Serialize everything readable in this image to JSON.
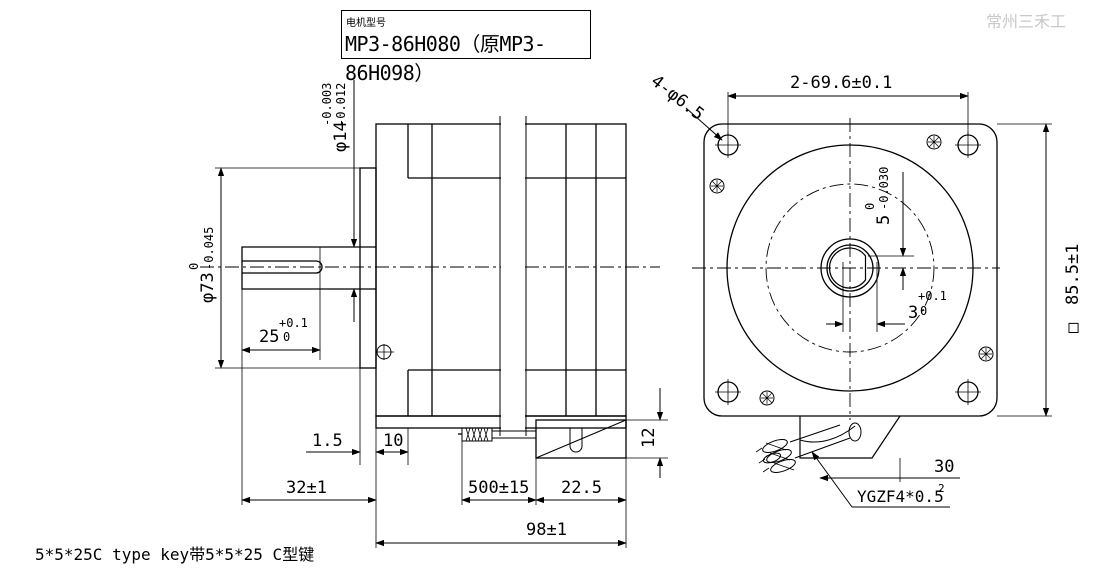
{
  "title_block": {
    "label": "电机型号",
    "model": "MP3-86H080（原MP3-86H098）"
  },
  "watermark": "常州三禾工",
  "footnote": "5*5*25C type key带5*5*25 C型键",
  "side_view": {
    "shaft_diameter": "φ14",
    "shaft_tol_upper": "-0.003",
    "shaft_tol_lower": "-0.012",
    "boss_diameter": "φ73",
    "boss_tol_upper": "0",
    "boss_tol_lower": "-0.045",
    "key_length": "25",
    "key_tol_upper": "+0.1",
    "key_tol_lower": "0",
    "flange_step": "1.5",
    "flange_thickness": "10",
    "shaft_length": "32±1",
    "lead_length": "500±15",
    "connector_width": "22.5",
    "connector_height": "12",
    "body_length": "98±1"
  },
  "front_view": {
    "holes": "4-φ6.5",
    "hole_spacing": "2-69.6±0.1",
    "flat_depth": "5",
    "flat_tol_upper": "0",
    "flat_tol_lower": "-0.030",
    "key_width": "3",
    "key_w_tol_upper": "+0.1",
    "key_w_tol_lower": "0",
    "square_symbol": "□",
    "square_size": "85.5±1",
    "cable_offset": "30",
    "cable_label": "YGZF4*0.5",
    "cable_sup": "2"
  },
  "colors": {
    "line": "#000000",
    "watermark": "#c8c8c8",
    "background": "#ffffff"
  }
}
